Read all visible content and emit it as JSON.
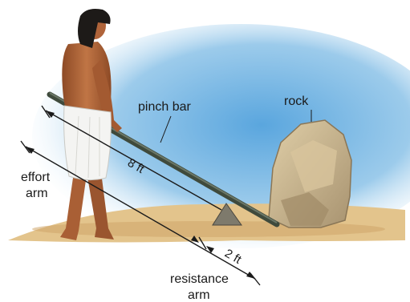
{
  "labels": {
    "pinch_bar": "pinch bar",
    "rock": "rock",
    "effort_arm_line1": "effort",
    "effort_arm_line2": "arm",
    "resistance_arm_line1": "resistance",
    "resistance_arm_line2": "arm"
  },
  "measurements": {
    "long_segment": "8 ft",
    "short_segment": "2 ft"
  },
  "colors": {
    "sky": "#6fb3e0",
    "sand": "#e3c48c",
    "bar": "#3f4a3c",
    "rock": "#c9b48c",
    "skin": "#b0643a",
    "kilt": "#f4f4f2",
    "hair": "#1d1a18"
  }
}
